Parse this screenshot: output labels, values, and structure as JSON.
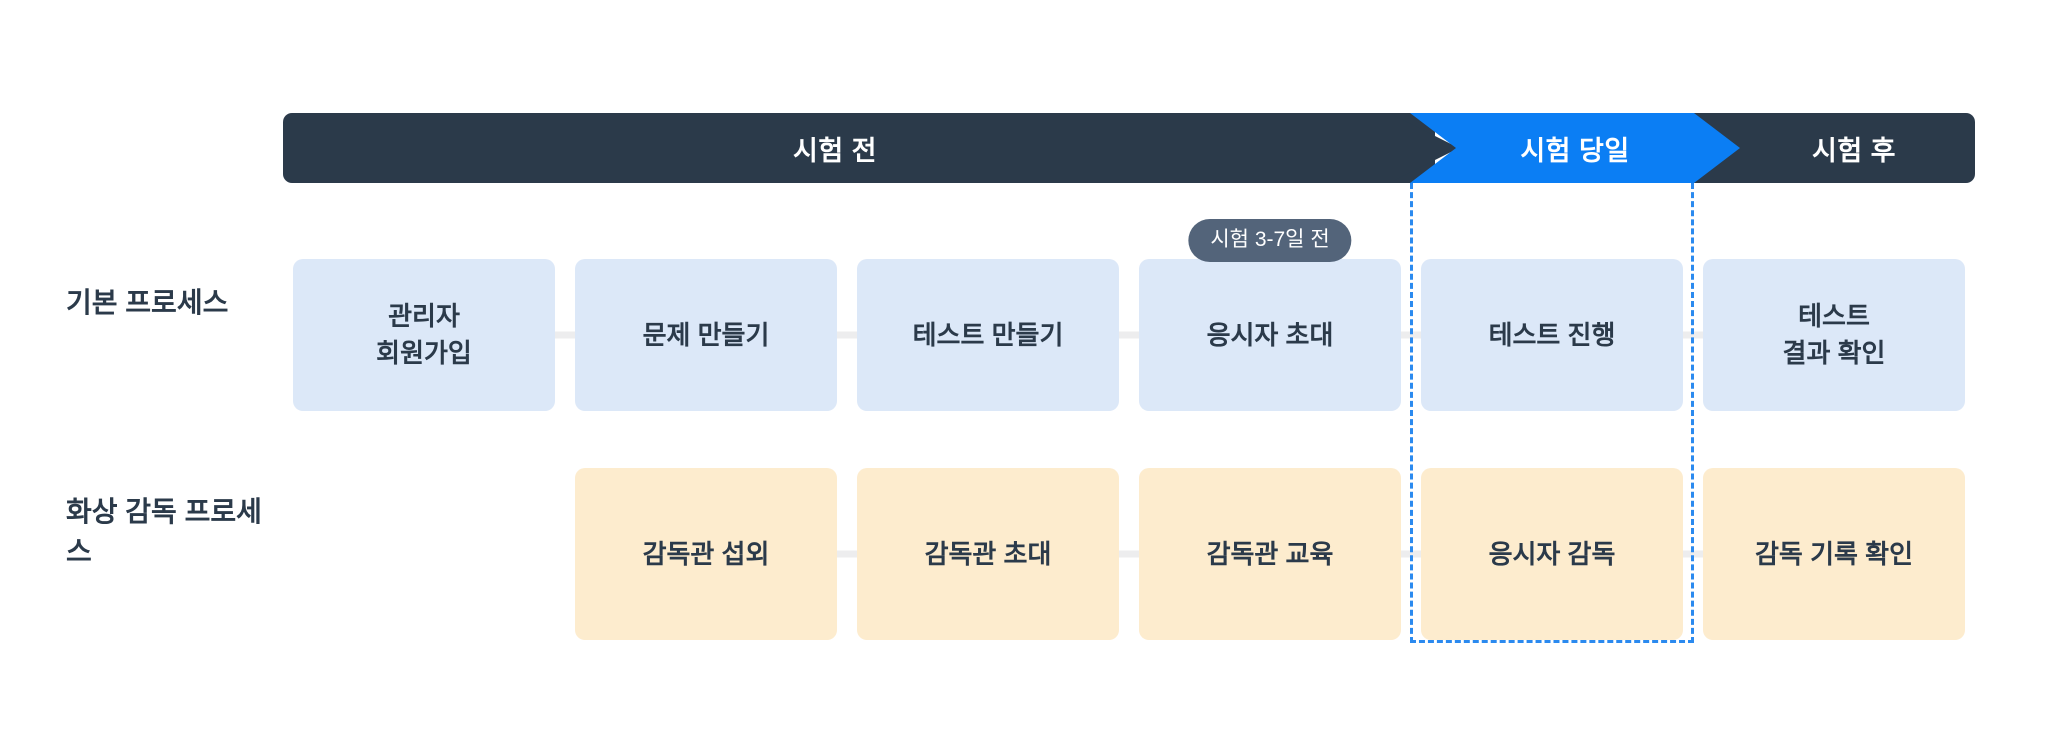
{
  "diagram": {
    "title_phases": [
      {
        "id": "before",
        "label": "시험 전"
      },
      {
        "id": "dday",
        "label": "시험 당일"
      },
      {
        "id": "after",
        "label": "시험 후"
      }
    ],
    "row_labels": [
      {
        "id": "basic-process",
        "label": "기본\n프로세스"
      },
      {
        "id": "proctoring-process",
        "label": "화상 감독\n프로세스"
      }
    ],
    "rows": [
      {
        "id": "basic-process-row",
        "style": "blue",
        "cells": [
          {
            "label": "관리자\n회원가입",
            "empty": false,
            "badge": null
          },
          {
            "label": "문제 만들기",
            "empty": false,
            "badge": null
          },
          {
            "label": "테스트 만들기",
            "empty": false,
            "badge": null
          },
          {
            "label": "응시자 초대",
            "empty": false,
            "badge": "시험 3-7일 전"
          },
          {
            "label": "테스트 진행",
            "empty": false,
            "badge": null
          },
          {
            "label": "테스트\n결과 확인",
            "empty": false,
            "badge": null
          }
        ]
      },
      {
        "id": "proctoring-process-row",
        "style": "cream",
        "cells": [
          {
            "label": "",
            "empty": true,
            "badge": null
          },
          {
            "label": "감독관 섭외",
            "empty": false,
            "badge": null
          },
          {
            "label": "감독관 초대",
            "empty": false,
            "badge": null
          },
          {
            "label": "감독관 교육",
            "empty": false,
            "badge": null
          },
          {
            "label": "응시자 감독",
            "empty": false,
            "badge": null
          },
          {
            "label": "감독 기록 확인",
            "empty": false,
            "badge": null
          }
        ]
      }
    ],
    "highlight": {
      "id": "exam-day-highlight",
      "phase": "dday"
    },
    "colors": {
      "header_dark": "#2b3a4a",
      "header_accent": "#0b7ef4",
      "node_blue": "#dce8f8",
      "node_cream": "#fdecce",
      "badge_bg": "#53647a",
      "text_dark": "#2b3a4a",
      "dashed_border": "#2b8aef",
      "connector": "#ededee"
    }
  }
}
